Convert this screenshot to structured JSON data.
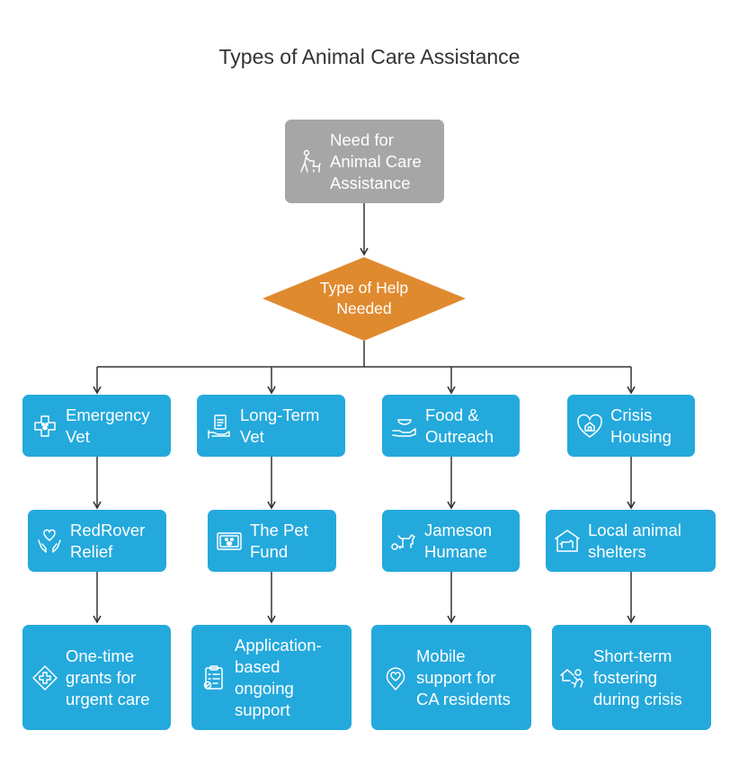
{
  "title": "Types of Animal Care Assistance",
  "root": {
    "label": "Need for\nAnimal Care\nAssistance",
    "icon": "person-walking-dog-icon"
  },
  "decision": {
    "label": "Type of Help\nNeeded"
  },
  "branches": [
    {
      "category": {
        "label": "Emergency\nVet",
        "icon": "medical-cross-paw-icon"
      },
      "provider": {
        "label": "RedRover\nRelief",
        "icon": "hands-holding-heart-icon"
      },
      "detail": {
        "label": "One-time\ngrants for\nurgent care",
        "icon": "diamond-cross-icon"
      }
    },
    {
      "category": {
        "label": "Long-Term\nVet",
        "icon": "clipboard-hand-icon"
      },
      "provider": {
        "label": "The Pet\nFund",
        "icon": "paw-money-icon"
      },
      "detail": {
        "label": "Application-\nbased\nongoing\nsupport",
        "icon": "checklist-icon"
      }
    },
    {
      "category": {
        "label": "Food &\nOutreach",
        "icon": "bowl-hand-icon"
      },
      "provider": {
        "label": "Jameson\nHumane",
        "icon": "dog-key-icon"
      },
      "detail": {
        "label": "Mobile\nsupport for\nCA residents",
        "icon": "heart-location-icon"
      }
    },
    {
      "category": {
        "label": "Crisis\nHousing",
        "icon": "heart-house-icon"
      },
      "provider": {
        "label": "Local animal\nshelters",
        "icon": "shelter-dog-icon"
      },
      "detail": {
        "label": "Short-term\nfostering\nduring crisis",
        "icon": "house-pets-icon"
      }
    }
  ],
  "colors": {
    "root": "#a6a6a6",
    "decision": "#e08a2f",
    "node": "#24a9dc",
    "connector": "#333333",
    "title": "#333333"
  }
}
